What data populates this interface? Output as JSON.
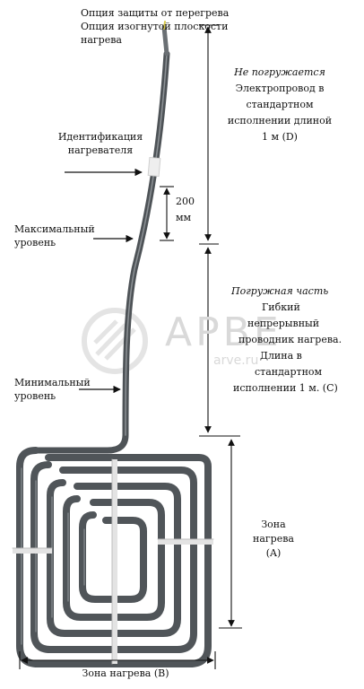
{
  "labels": {
    "top_line1": "Опция защиты от перегрева",
    "top_line2": "Опция изогнутой плоскости",
    "top_line3": "нагрева",
    "ident_line1": "Идентификация",
    "ident_line2": "нагревателя",
    "maxlevel_line1": "Максимальный",
    "maxlevel_line2": "уровень",
    "minlevel_line1": "Минимальный",
    "minlevel_line2": "уровень",
    "dim_200_value": "200",
    "dim_200_unit": "мм",
    "nonimmersed_title": "Не погружается",
    "nonimmersed_line1": "Электропровод в",
    "nonimmersed_line2": "стандартном",
    "nonimmersed_line3": "исполнении длиной",
    "nonimmersed_line4": "1 м (D)",
    "immersed_title": "Погружная часть",
    "immersed_line1": "Гибкий",
    "immersed_line2": "непрерывный",
    "immersed_line3": "проводник нагрева.",
    "immersed_line4": "Длина в",
    "immersed_line5": "стандартном",
    "immersed_line6": "исполнении 1 м. (С)",
    "zoneA_line1": "Зона",
    "zoneA_line2": "нагрева",
    "zoneA_line3": "(A)",
    "zoneB": "Зона нагрева (B)"
  },
  "watermark": {
    "brand": "АРВЕ",
    "site": "arve.ru"
  },
  "colors": {
    "tube": "#505559",
    "tube_highlight": "#8a8f93",
    "clip": "#e6e6e6",
    "arrow": "#111111",
    "watermark": "#d9d9d9"
  }
}
